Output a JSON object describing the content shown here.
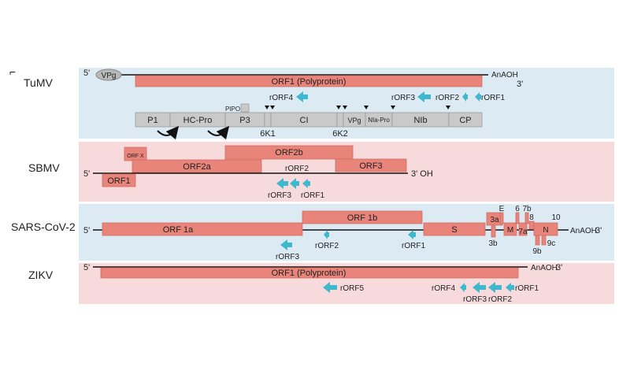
{
  "corner_mark": "⌐",
  "panels": {
    "tumv": {
      "name": "TuMV",
      "five_prime": "5'",
      "vpg_cap": "VPg",
      "tail": "AnAOH",
      "three_prime": "3'",
      "orf1": "ORF1 (Polyprotein)",
      "rorfs": [
        "rORF4",
        "rORF3",
        "rORF2",
        "rORF1"
      ],
      "pipo": "PIPO",
      "proteins": [
        "P1",
        "HC-Pro",
        "P3",
        "CI",
        "VPg",
        "NIa-Pro",
        "NIb",
        "CP"
      ],
      "small_proteins": [
        "6K1",
        "6K2"
      ]
    },
    "sbmv": {
      "name": "SBMV",
      "five_prime": "5'",
      "three_prime": "3' OH",
      "orfs": [
        "ORF1",
        "ORF2a",
        "ORF2b",
        "ORF3",
        "ORF X"
      ],
      "rorfs": [
        "rORF2",
        "rORF3",
        "rORF1"
      ]
    },
    "sars": {
      "name": "SARS-CoV-2",
      "five_prime": "5'",
      "tail": "AnAOH",
      "three_prime": "3'",
      "orfs": [
        "ORF 1a",
        "ORF 1b",
        "S",
        "3a",
        "E",
        "M",
        "6",
        "7a",
        "7b",
        "8",
        "N",
        "10",
        "3b",
        "9b",
        "9c"
      ],
      "rorfs": [
        "rORF3",
        "rORF2",
        "rORF1"
      ]
    },
    "zikv": {
      "name": "ZIKV",
      "five_prime": "5'",
      "tail": "AnAOH",
      "three_prime": "3'",
      "orf1": "ORF1 (Polyprotein)",
      "rorfs": [
        "rORF5",
        "rORF4",
        "rORF3",
        "rORF2",
        "rORF1"
      ]
    }
  },
  "colors": {
    "blue_panel": "#dcebf3",
    "pink_panel": "#f7dadb",
    "orf": "#e8847a",
    "arrow": "#3fb7cc",
    "protein": "#c9c9c9"
  }
}
